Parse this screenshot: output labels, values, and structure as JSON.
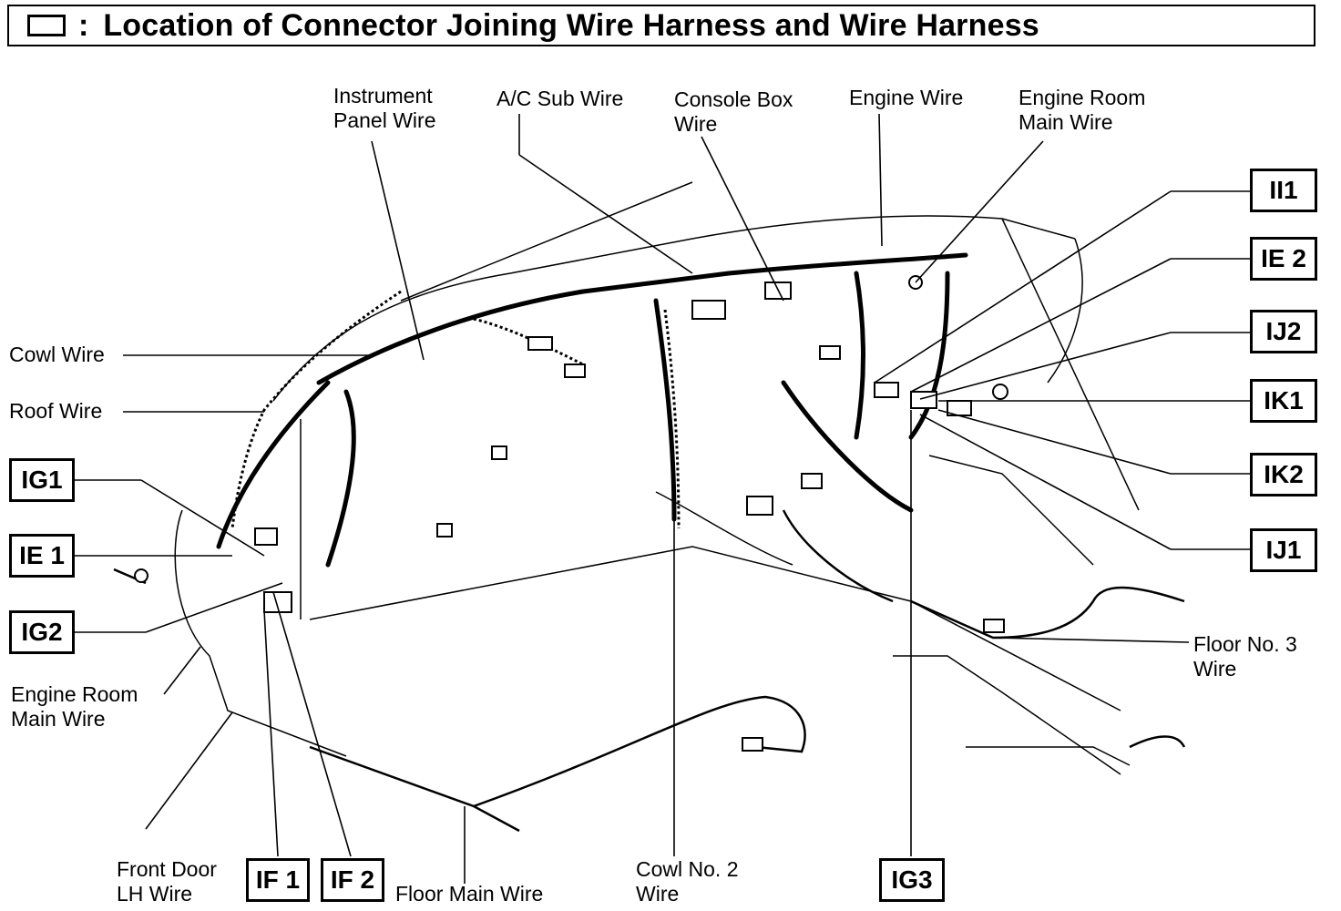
{
  "title": {
    "symbol": "box-symbol",
    "colon": ":",
    "text": "Location of Connector Joining Wire Harness and Wire Harness"
  },
  "labels": {
    "instrument_panel_wire": "Instrument\nPanel Wire",
    "ac_sub_wire": "A/C Sub Wire",
    "console_box_wire": "Console Box\nWire",
    "engine_wire": "Engine Wire",
    "engine_room_main_wire_top": "Engine Room\nMain Wire",
    "cowl_wire": "Cowl Wire",
    "roof_wire": "Roof Wire",
    "engine_room_main_wire_left": "Engine Room\nMain Wire",
    "front_door_lh_wire": "Front Door\nLH Wire",
    "floor_main_wire": "Floor Main Wire",
    "cowl_no2_wire": "Cowl No. 2\nWire",
    "floor_no3_wire": "Floor No. 3\nWire"
  },
  "codes": {
    "ii1": "II1",
    "ie2": "IE 2",
    "ij2": "IJ2",
    "ik1": "IK1",
    "ik2": "IK2",
    "ij1": "IJ1",
    "ig1": "IG1",
    "ie1": "IE 1",
    "ig2": "IG2",
    "if1": "IF 1",
    "if2": "IF 2",
    "ig3": "IG3"
  }
}
